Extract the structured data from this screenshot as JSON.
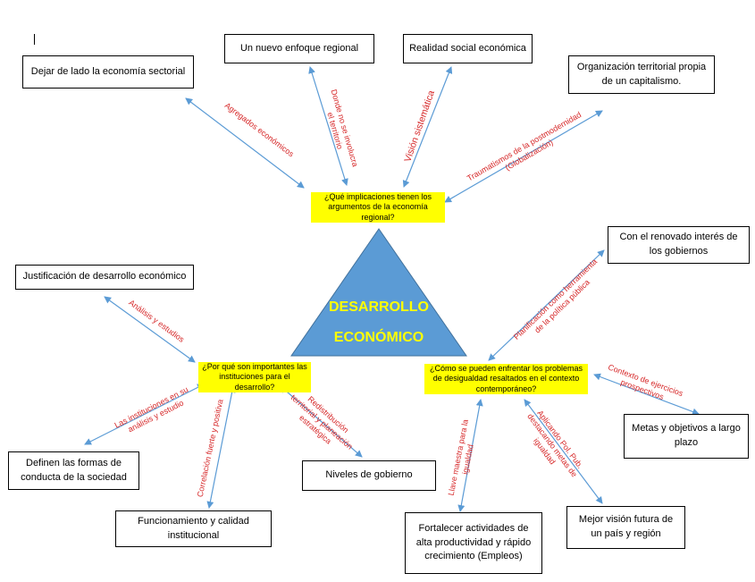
{
  "center": {
    "line1": "DESARROLLO",
    "line2": "ECONÓMICO",
    "fill": "#5b9bd5",
    "text_color": "#ffff00"
  },
  "questions": {
    "top": "¿Qué implicaciones tienen los argumentos de la economía regional?",
    "left": "¿Por qué son importantes las instituciones para el desarrollo?",
    "right": "¿Cómo se pueden enfrentar los problemas de desigualdad resaltados en el contexto contemporáneo?"
  },
  "boxes": {
    "sectorial": "Dejar de lado la economía sectorial",
    "enfoque": "Un nuevo enfoque regional",
    "realidad": "Realidad social económica",
    "organizacion": "Organización territorial propia de un capitalismo.",
    "renovado": "Con el renovado interés de los gobiernos",
    "justificacion": "Justificación de desarrollo económico",
    "metas": "Metas y objetivos a largo plazo",
    "formas": "Definen las formas de conducta de la sociedad",
    "niveles": "Niveles de gobierno",
    "funcionamiento": "Funcionamiento y calidad institucional",
    "fortalecer": "Fortalecer actividades de alta productividad y rápido crecimiento (Empleos)",
    "vision_futura": "Mejor visión futura de un país y región"
  },
  "labels": {
    "agregados": "Agregados económicos",
    "donde1": "Donde no se involucra",
    "donde2": "el territorio",
    "vision_sis": "Visión sistemática",
    "trauma1": "Traumatismos de la postmodernidad",
    "trauma2": "(Globalización)",
    "analisis": "Análisis y estudios",
    "planif1": "Planificación como herramienta",
    "planif2": "de la política pública",
    "contexto1": "Contexto de ejercicios",
    "contexto2": "prospectivos",
    "inst1": "Las instituciones en su",
    "inst2": "análisis y estudio",
    "correl": "Correlación fuerte y positiva",
    "redis1": "Redistribución",
    "redis2": "territorial y planeación",
    "redis3": "estratégica",
    "llave1": "Llave maestra para la",
    "llave2": "igualdad",
    "aplic1": "Aplicando Pol. Pub.",
    "aplic2": "destacando metas de",
    "aplic3": "igualdad"
  },
  "colors": {
    "arrow": "#5b9bd5",
    "label": "#d62728",
    "highlight": "#ffff00"
  }
}
